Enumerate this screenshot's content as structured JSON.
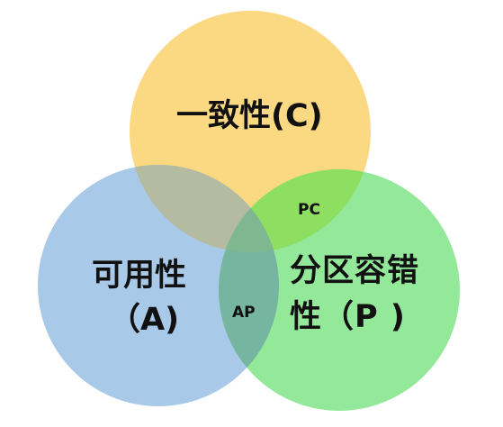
{
  "diagram": {
    "sets": [
      {
        "id": "C",
        "label": "一致性(C)",
        "color": "#FBD882"
      },
      {
        "id": "A",
        "label_lines": [
          "可用性",
          "（A)"
        ],
        "color": "#A9C9E9"
      },
      {
        "id": "P",
        "label_lines": [
          "分区容错",
          "性（P )"
        ],
        "color": "#93E89A"
      }
    ],
    "intersections": [
      {
        "id": "CA",
        "label": "",
        "color": "#B4BBA0"
      },
      {
        "id": "PC",
        "label": "PC",
        "color": "#8EDE62"
      },
      {
        "id": "AP",
        "label": "AP",
        "color": "#76B5A0"
      },
      {
        "id": "CAP",
        "label": "",
        "color": "#7FB890"
      }
    ]
  }
}
